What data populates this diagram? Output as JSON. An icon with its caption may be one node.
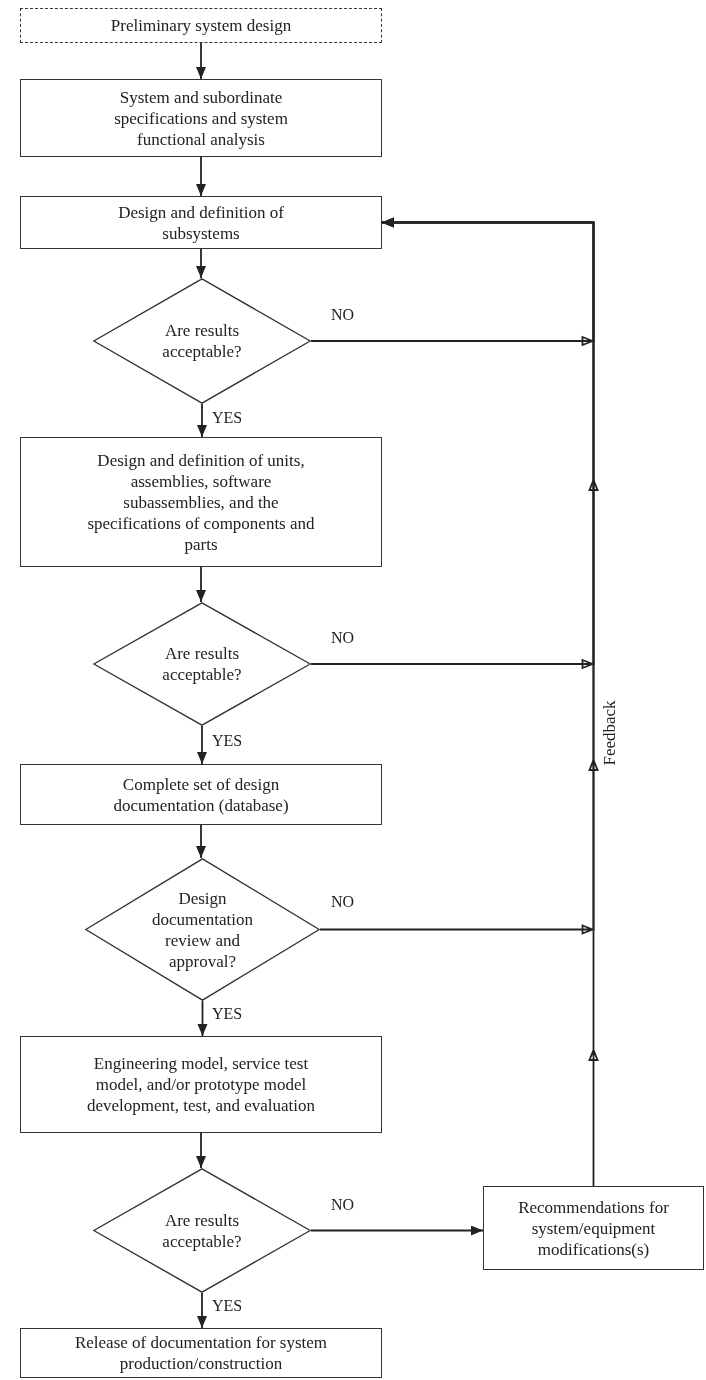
{
  "diagram": {
    "nodes": [
      {
        "text": [
          "Preliminary system design"
        ]
      },
      {
        "text": [
          "System and subordinate specifications and system functional analysis"
        ]
      },
      {
        "text": [
          "Design and definition of subsystems"
        ]
      },
      {
        "text": [
          "Are results acceptable?"
        ]
      },
      {
        "text": [
          "Design and definition of units, assemblies, software subassemblies, and the specifications of components and parts"
        ]
      },
      {
        "text": [
          "Are results acceptable?"
        ]
      },
      {
        "text": [
          "Complete set of design documentation (database)"
        ]
      },
      {
        "text": [
          "Design documentation review and approval?"
        ]
      },
      {
        "text": [
          "Engineering model, service test model, and/or prototype model development, test, and evaluation"
        ]
      },
      {
        "text": [
          "Are results acceptable?"
        ]
      },
      {
        "text": [
          "Release of documentation for system production/construction"
        ]
      },
      {
        "text": [
          "Recommendations for system/equipment modifications(s)"
        ]
      }
    ],
    "edges": [
      {
        "from": 0,
        "to": 1,
        "arrow": "to"
      },
      {
        "from": 1,
        "to": 2,
        "arrow": "to"
      },
      {
        "from": 2,
        "to": 3,
        "arrow": "to"
      },
      {
        "from": 3,
        "to": 4,
        "arrow": "to",
        "label": "YES"
      },
      {
        "from": 3,
        "to": 2,
        "arrow": "to",
        "label": "NO"
      },
      {
        "from": 4,
        "to": 5,
        "arrow": "to"
      },
      {
        "from": 5,
        "to": 6,
        "arrow": "to",
        "label": "YES"
      },
      {
        "from": 5,
        "to": 2,
        "arrow": "to",
        "label": "NO"
      },
      {
        "from": 6,
        "to": 7,
        "arrow": "to"
      },
      {
        "from": 7,
        "to": 8,
        "arrow": "to",
        "label": "YES"
      },
      {
        "from": 7,
        "to": 2,
        "arrow": "to",
        "label": "NO"
      },
      {
        "from": 8,
        "to": 9,
        "arrow": "to"
      },
      {
        "from": 9,
        "to": 10,
        "arrow": "to",
        "label": "YES"
      },
      {
        "from": 9,
        "to": 11,
        "arrow": "to",
        "label": "NO"
      },
      {
        "from": 11,
        "to": 2,
        "arrow": "to",
        "label": "Feedback"
      }
    ]
  }
}
